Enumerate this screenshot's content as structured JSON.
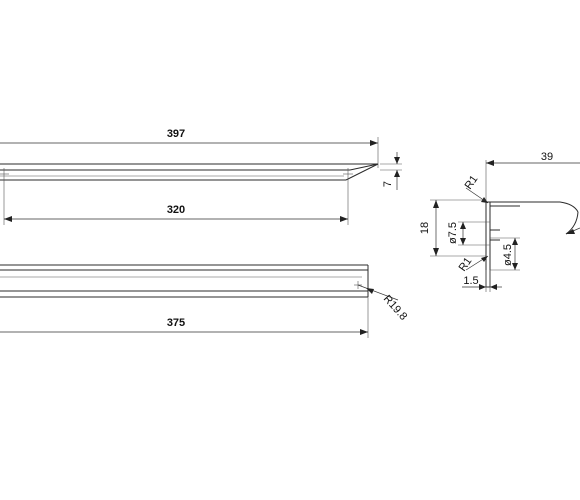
{
  "dimensions": {
    "top_length": "397",
    "hole_spacing": "320",
    "bottom_length": "375",
    "corner_radius": "R19.8",
    "end_drop": "7",
    "profile_width": "39",
    "radius_top": "R1",
    "radius_bottom": "R1",
    "profile_height": "18",
    "dia_large": "ø7.5",
    "dia_small": "ø4.5",
    "lip": "1.5"
  },
  "colors": {
    "line": "#2b2b2b",
    "background": "#ffffff"
  }
}
